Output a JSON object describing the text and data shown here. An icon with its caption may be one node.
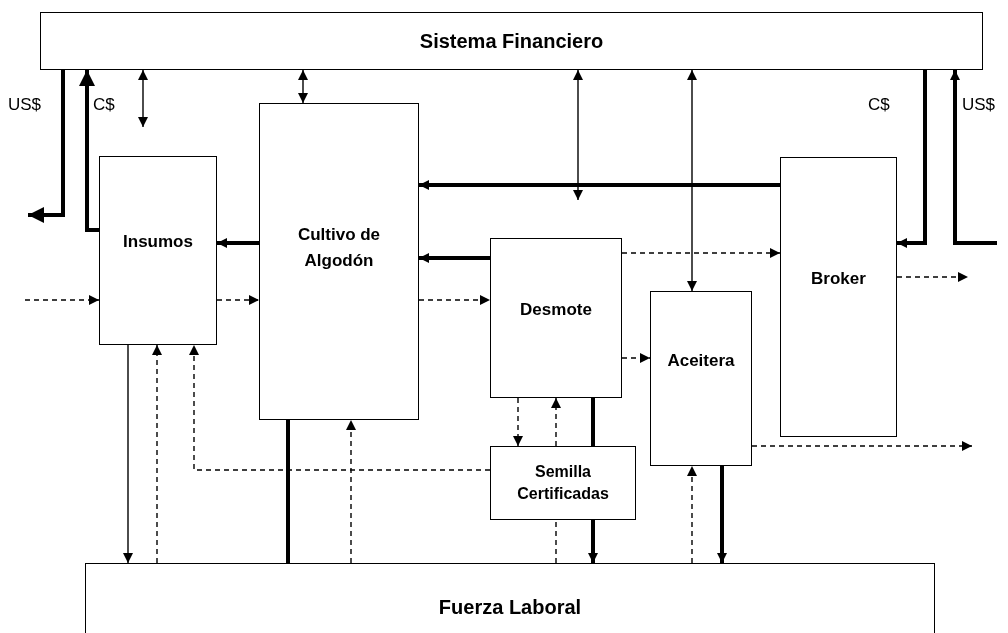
{
  "diagram": {
    "nodes": [
      {
        "text": [
          "Sistema Financiero"
        ]
      },
      {
        "text": [
          "Insumos"
        ]
      },
      {
        "text": [
          "Cultivo de Algodón"
        ]
      },
      {
        "text": [
          "Desmote"
        ]
      },
      {
        "text": [
          "Aceitera"
        ]
      },
      {
        "text": [
          "Broker"
        ]
      },
      {
        "text": [
          "Semilla Certificadas"
        ]
      },
      {
        "text": [
          "Fuerza Laboral"
        ]
      }
    ],
    "edges": [
      {
        "from": 0,
        "to": null,
        "arrow": "to",
        "style": "thick",
        "label": "US$"
      },
      {
        "from": 1,
        "to": 0,
        "arrow": "to",
        "style": "thick",
        "label": "C$"
      },
      {
        "from": 0,
        "to": null,
        "arrow": "both"
      },
      {
        "from": 0,
        "to": 2,
        "arrow": "both"
      },
      {
        "from": 0,
        "to": null,
        "arrow": "both"
      },
      {
        "from": 0,
        "to": 4,
        "arrow": "both"
      },
      {
        "from": 5,
        "to": 2,
        "arrow": "to",
        "style": "thick"
      },
      {
        "from": 2,
        "to": 1,
        "arrow": "to",
        "style": "thick"
      },
      {
        "from": 3,
        "to": 2,
        "arrow": "to",
        "style": "thick"
      },
      {
        "from": null,
        "to": 1,
        "arrow": "to",
        "style": "dashed"
      },
      {
        "from": 1,
        "to": 2,
        "arrow": "to",
        "style": "dashed"
      },
      {
        "from": 2,
        "to": 3,
        "arrow": "to",
        "style": "dashed"
      },
      {
        "from": 3,
        "to": 5,
        "arrow": "to",
        "style": "dashed"
      },
      {
        "from": 3,
        "to": 4,
        "arrow": "to",
        "style": "dashed"
      },
      {
        "from": 5,
        "to": null,
        "arrow": "to",
        "style": "dashed"
      },
      {
        "from": 4,
        "to": null,
        "arrow": "to",
        "style": "dashed"
      },
      {
        "from": 0,
        "to": 5,
        "arrow": "to",
        "style": "thick",
        "label": "C$"
      },
      {
        "from": null,
        "to": 0,
        "arrow": "to",
        "style": "thick",
        "label": "US$"
      },
      {
        "from": 1,
        "to": 7,
        "arrow": "to"
      },
      {
        "from": 7,
        "to": 1,
        "arrow": "to",
        "style": "dashed"
      },
      {
        "from": 6,
        "to": 1,
        "arrow": "to",
        "style": "dashed"
      },
      {
        "from": 2,
        "to": 7,
        "arrow": "none",
        "style": "thick"
      },
      {
        "from": 7,
        "to": 2,
        "arrow": "to",
        "style": "dashed"
      },
      {
        "from": 3,
        "to": 6,
        "arrow": "to",
        "style": "dashed"
      },
      {
        "from": 6,
        "to": 3,
        "arrow": "to",
        "style": "dashed"
      },
      {
        "from": 7,
        "to": 6,
        "arrow": "none",
        "style": "dashed"
      },
      {
        "from": 3,
        "to": 6,
        "arrow": "none",
        "style": "thick"
      },
      {
        "from": 6,
        "to": 7,
        "arrow": "to",
        "style": "thick"
      },
      {
        "from": 7,
        "to": 4,
        "arrow": "to",
        "style": "dashed"
      },
      {
        "from": 4,
        "to": 7,
        "arrow": "to",
        "style": "thick"
      }
    ]
  }
}
